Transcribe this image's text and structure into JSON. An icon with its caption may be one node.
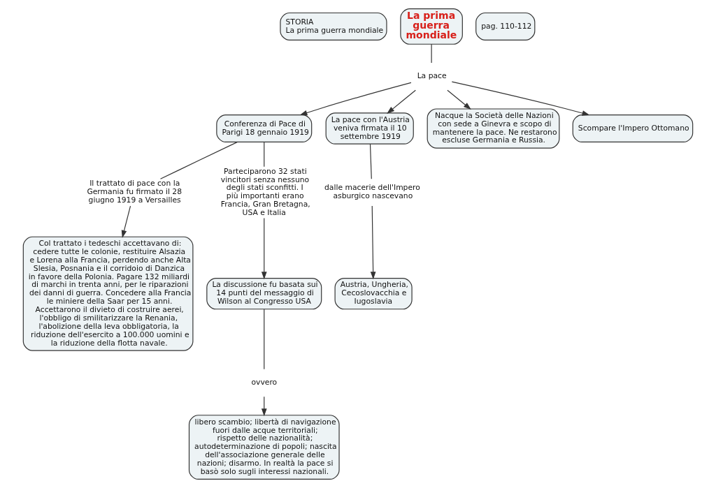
{
  "diagram": {
    "nodes": [
      {
        "text": [
          "STORIA",
          "La prima guerra mondiale"
        ]
      },
      {
        "text": [
          "La prima guerra mondiale"
        ]
      },
      {
        "text": [
          "pag. 110-112"
        ]
      },
      {
        "text": [
          "La pace"
        ]
      },
      {
        "text": [
          "Conferenza di Pace di Parigi 18 gennaio 1919"
        ]
      },
      {
        "text": [
          "La pace con l'Austria veniva firmata il 10 settembre 1919"
        ]
      },
      {
        "text": [
          "Nacque la Società delle Nazioni con sede a Ginevra e scopo di mantenere la pace. Ne restarono escluse Germania e Russia."
        ]
      },
      {
        "text": [
          "Scompare l'Impero Ottomano"
        ]
      },
      {
        "text": [
          "Il trattato di pace con la Germania fu firmato il 28 giugno 1919 a Versailles"
        ]
      },
      {
        "text": [
          "Parteciparono 32 stati vincitori senza nessuno degli stati sconfitti. I più importanti erano Francia, Gran Bretagna, USA e Italia"
        ]
      },
      {
        "text": [
          "dalle macerie dell'Impero asburgico nascevano"
        ]
      },
      {
        "text": [
          "Col trattato i tedeschi accettavano di: cedere tutte le colonie, restituire Alsazia e Lorena alla Francia, perdendo anche Alta Slesia, Posnania e il corridoio di Danzica in favore della Polonia. Pagare 132 miliardi di marchi in trenta anni, per le riparazioni dei danni di guerra. Concedere alla Francia le miniere della Saar per 15 anni. Accettarono il divieto di costruire aerei, l'obbligo di smilitarizzare la Renania, l'abolizione della leva obbligatoria, la riduzione dell'esercito a 100.000 uomini e la riduzione della flotta navale."
        ]
      },
      {
        "text": [
          "La discussione fu basata sui 14 punti del messaggio di Wilson al Congresso USA"
        ]
      },
      {
        "text": [
          "Austria, Ungheria, Cecoslovacchia e Iugoslavia"
        ]
      },
      {
        "text": [
          "ovvero"
        ]
      },
      {
        "text": [
          "libero scambio; libertà di navigazione fuori dalle acque territoriali; rispetto delle nazionalità; autodeterminazione di popoli; nascita dell'associazione generale delle nazioni; disarmo. In realtà la pace si basò solo sugli interessi nazionali."
        ]
      }
    ],
    "edges": [
      {
        "from": 1,
        "to": 3,
        "arrow": "none"
      },
      {
        "from": 3,
        "to": 4,
        "arrow": "to"
      },
      {
        "from": 3,
        "to": 5,
        "arrow": "to"
      },
      {
        "from": 3,
        "to": 6,
        "arrow": "to"
      },
      {
        "from": 3,
        "to": 7,
        "arrow": "to"
      },
      {
        "from": 4,
        "to": 8,
        "arrow": "none"
      },
      {
        "from": 4,
        "to": 9,
        "arrow": "none"
      },
      {
        "from": 5,
        "to": 10,
        "arrow": "none"
      },
      {
        "from": 8,
        "to": 11,
        "arrow": "to"
      },
      {
        "from": 9,
        "to": 12,
        "arrow": "to"
      },
      {
        "from": 10,
        "to": 13,
        "arrow": "to"
      },
      {
        "from": 12,
        "to": 14,
        "arrow": "none"
      },
      {
        "from": 14,
        "to": 15,
        "arrow": "to"
      }
    ]
  }
}
